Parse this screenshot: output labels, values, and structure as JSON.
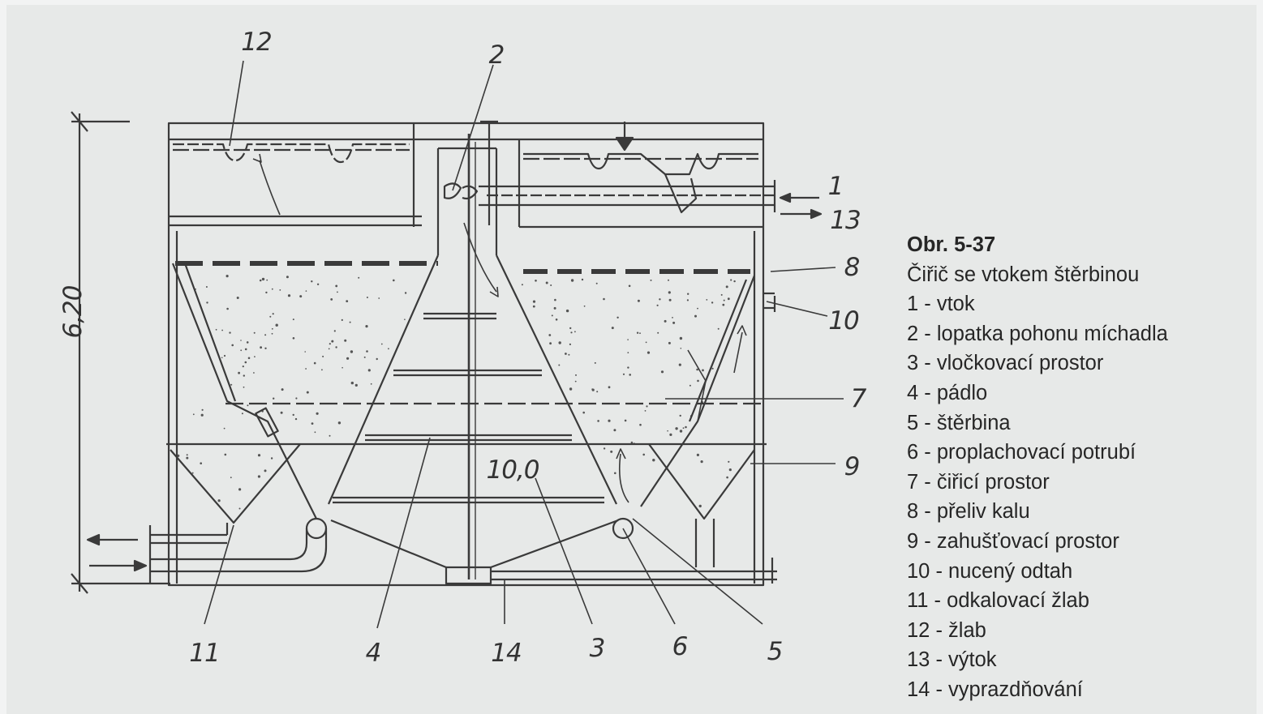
{
  "dimension": {
    "height": "6,20",
    "diameter": "10,0"
  },
  "callouts": {
    "c1": "1",
    "c2": "2",
    "c3": "3",
    "c4": "4",
    "c5": "5",
    "c6": "6",
    "c7": "7",
    "c8": "8",
    "c9": "9",
    "c10": "10",
    "c11": "11",
    "c12": "12",
    "c13": "13",
    "c14": "14"
  },
  "caption": {
    "figure_number": "Obr. 5-37",
    "title": "Čiřič se vtokem štěrbinou"
  },
  "legend": [
    "1 - vtok",
    "2 - lopatka pohonu míchadla",
    "3 - vločkovací prostor",
    "4 - pádlo",
    "5 - štěrbina",
    "6 - proplachovací potrubí",
    "7 - čiřicí prostor",
    "8 - přeliv kalu",
    "9 - zahušťovací prostor",
    "10 - nucený odtah",
    "11 - odkalovací žlab",
    "12 - žlab",
    "13 - výtok",
    "14 - vyprazdňování"
  ],
  "colors": {
    "ink": "#3a3a3a",
    "paper": "#e7e9e8",
    "text": "#262626"
  }
}
